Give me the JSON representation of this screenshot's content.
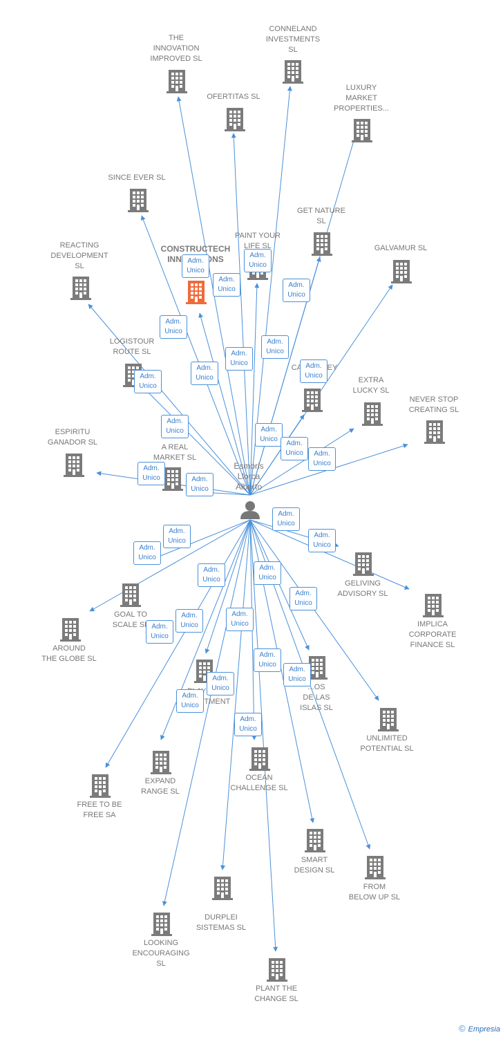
{
  "colors": {
    "edge": "#4a90d9",
    "company": "#7b7b7b",
    "highlight": "#f06a3a",
    "person": "#777777",
    "badge_border": "#4a90d9",
    "badge_text": "#3a7fcb"
  },
  "person": {
    "name": "Esmoris\nLlorca\nAlberto",
    "icon": "person-icon"
  },
  "badge": {
    "line1": "Adm.",
    "line2": "Unico"
  },
  "companies": [
    {
      "id": "innovation-improved",
      "label": "THE\nINNOVATION\nIMPROVED  SL"
    },
    {
      "id": "conneland",
      "label": "CONNELAND\nINVESTMENTS\nSL"
    },
    {
      "id": "ofertitas",
      "label": "OFERTITAS  SL"
    },
    {
      "id": "luxury",
      "label": "LUXURY\nMARKET\nPROPERTIES..."
    },
    {
      "id": "since-ever",
      "label": "SINCE EVER  SL"
    },
    {
      "id": "get-nature",
      "label": "GET NATURE\nSL"
    },
    {
      "id": "paint-your-life",
      "label": "PAINT YOUR\nLIFE  SL"
    },
    {
      "id": "constructech",
      "label": "CONSTRUCTECH\nINNOVATIONS\nSL",
      "highlight": true
    },
    {
      "id": "reacting",
      "label": "REACTING\nDEVELOPMENT\nSL"
    },
    {
      "id": "galvamur",
      "label": "GALVAMUR  SL"
    },
    {
      "id": "logistour",
      "label": "LOGISTOUR\nROUTE  SL"
    },
    {
      "id": "canbarley",
      "label": "CANBARLEY\nSL"
    },
    {
      "id": "extra-lucky",
      "label": "EXTRA\nLUCKY  SL"
    },
    {
      "id": "never-stop",
      "label": "NEVER STOP\nCREATING  SL"
    },
    {
      "id": "espiritu",
      "label": "ESPIRITU\nGANADOR SL"
    },
    {
      "id": "a-real-market",
      "label": "A REAL\nMARKET  SL"
    },
    {
      "id": "geliving",
      "label": "GELIVING\nADVISORY  SL"
    },
    {
      "id": "implica",
      "label": "IMPLICA\nCORPORATE\nFINANCE  SL"
    },
    {
      "id": "goal-to-scale",
      "label": "GOAL TO\nSCALE  SL"
    },
    {
      "id": "around-the-globe",
      "label": "AROUND\nTHE GLOBE  SL"
    },
    {
      "id": "players",
      "label": "PLAYERS\nDEPARTMENT"
    },
    {
      "id": "islas",
      "label": "...OS\nDE LAS\nISLAS  SL"
    },
    {
      "id": "unlimited",
      "label": "UNLIMITED\nPOTENTIAL  SL"
    },
    {
      "id": "expand-range",
      "label": "EXPAND\nRANGE  SL"
    },
    {
      "id": "ocean",
      "label": "OCEAN\nCHALLENGE  SL"
    },
    {
      "id": "free-to-be",
      "label": "FREE TO BE\nFREE SA"
    },
    {
      "id": "smart-design",
      "label": "SMART\nDESIGN  SL"
    },
    {
      "id": "from-below",
      "label": "FROM\nBELOW UP  SL"
    },
    {
      "id": "durplei",
      "label": "DURPLEI\nSISTEMAS  SL"
    },
    {
      "id": "looking",
      "label": "LOOKING\nENCOURAGING\nSL"
    },
    {
      "id": "plant",
      "label": "PLANT THE\nCHANGE  SL"
    }
  ],
  "footer": {
    "copyright": "©",
    "brand": "Empresia"
  }
}
